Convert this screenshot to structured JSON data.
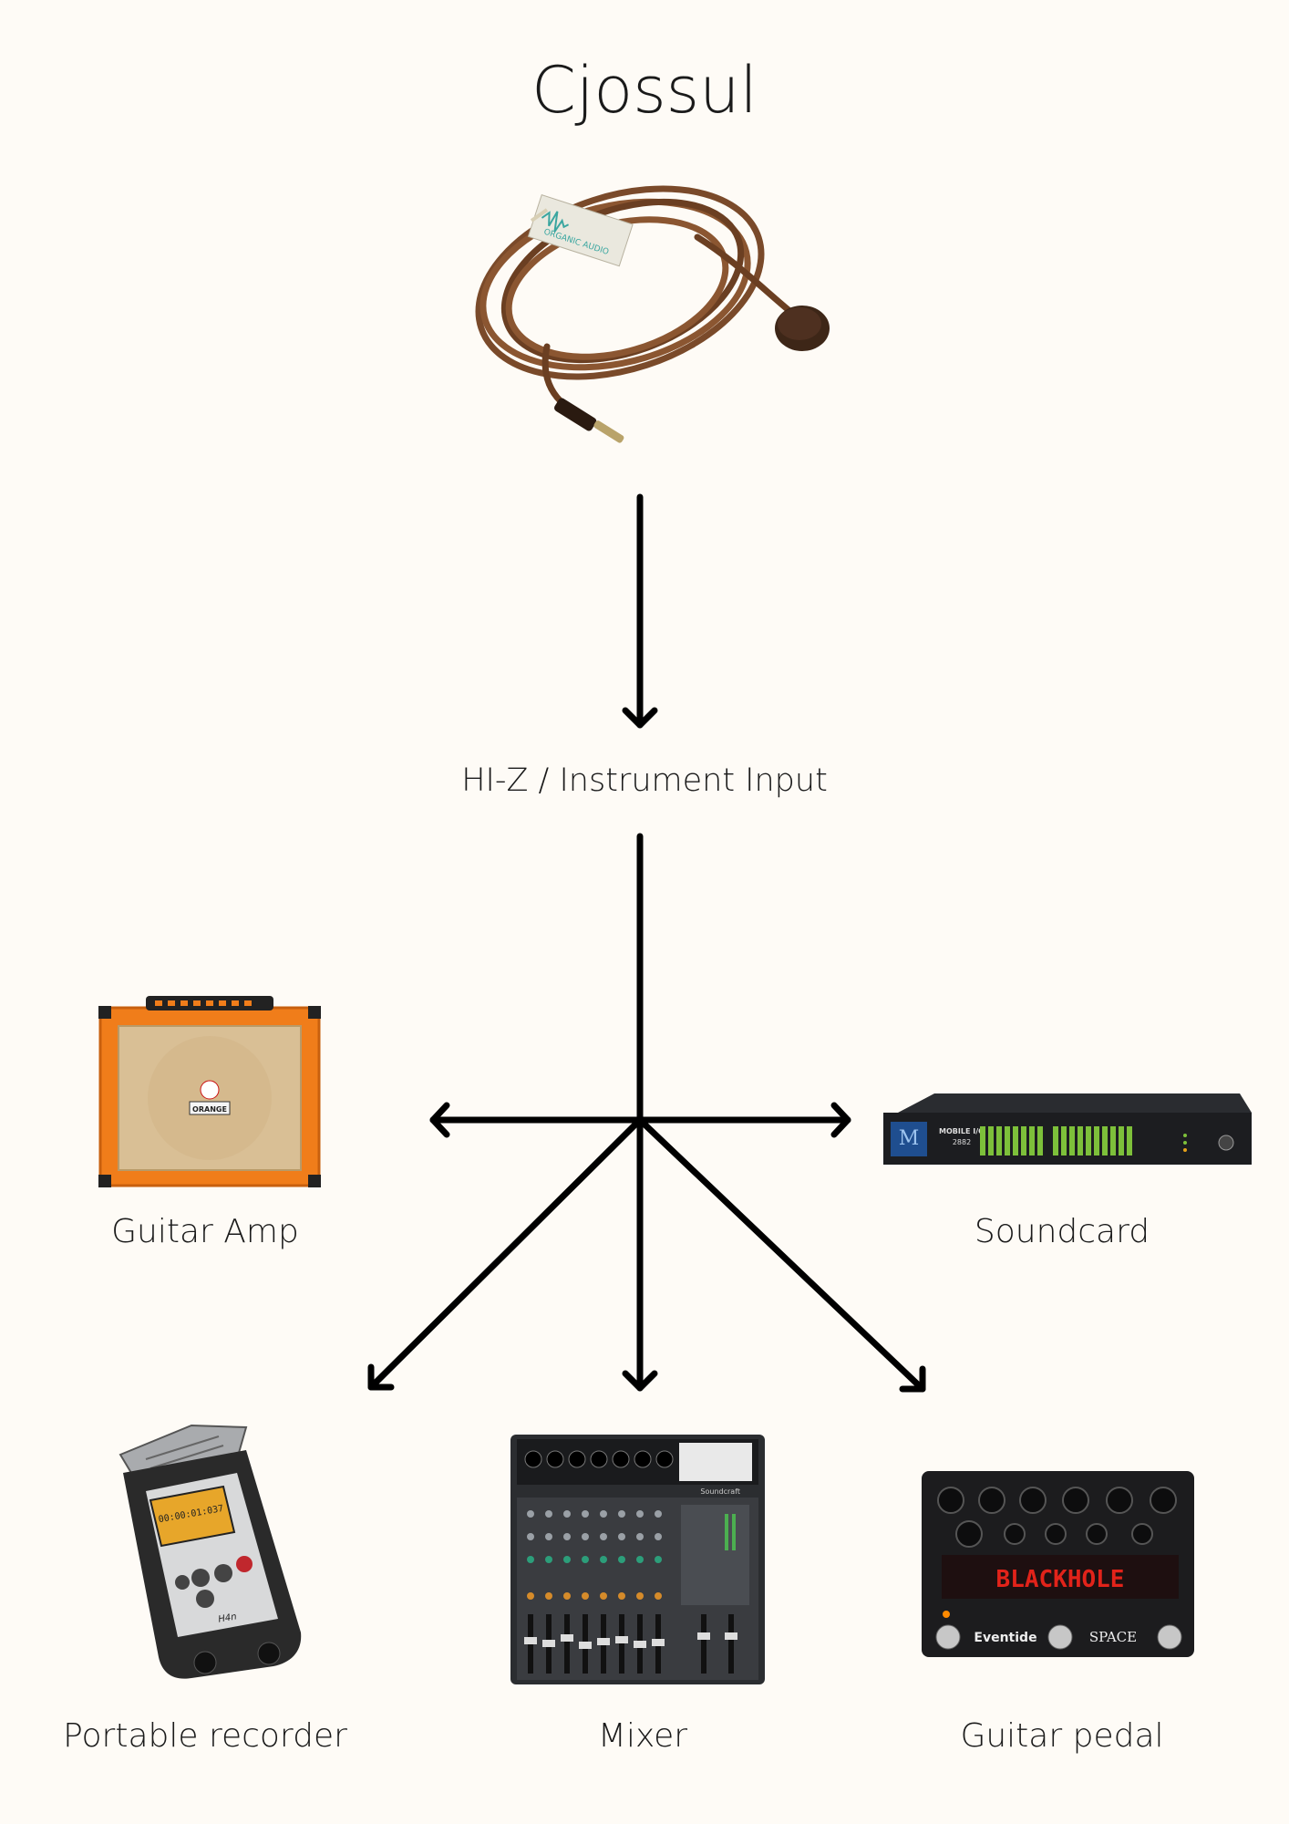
{
  "title": "Cjossul",
  "input": "HI-Z / Instrument Input",
  "devices": {
    "guitar_amp": "Guitar Amp",
    "soundcard": "Soundcard",
    "portable_recorder": "Portable recorder",
    "mixer": "Mixer",
    "guitar_pedal": "Guitar pedal"
  },
  "product_texts": {
    "cable_tag": "ORGANIC AUDIO",
    "amp_badge": "ORANGE",
    "soundcard_brand": "MOBILE I/O",
    "soundcard_model": "2882",
    "pedal_display": "BLACKHOLE",
    "pedal_brand": "Eventide",
    "pedal_series": "SPACE",
    "recorder_time": "00:00:01:037",
    "recorder_model": "H4n",
    "mixer_brand": "Soundcraft"
  },
  "colors": {
    "background": "#fefbf6",
    "arrows": "#000000",
    "cable": "#7a4a2a",
    "amp": "#f07d1a",
    "pedal_display": "#e2231a"
  }
}
